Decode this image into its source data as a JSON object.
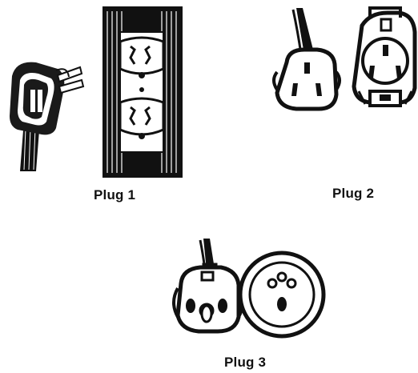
{
  "figure": {
    "plugs": [
      {
        "id": "plug-1",
        "caption": "Plug 1"
      },
      {
        "id": "plug-2",
        "caption": "Plug 2"
      },
      {
        "id": "plug-3",
        "caption": "Plug 3"
      }
    ]
  },
  "colors": {
    "ink": "#111111",
    "paper": "#ffffff"
  },
  "icons": [
    "plug-type-b-icon",
    "outlet-type-b-icon",
    "plug-type-i-icon",
    "outlet-type-i-icon",
    "plug-type-e-icon",
    "outlet-type-e-icon"
  ]
}
